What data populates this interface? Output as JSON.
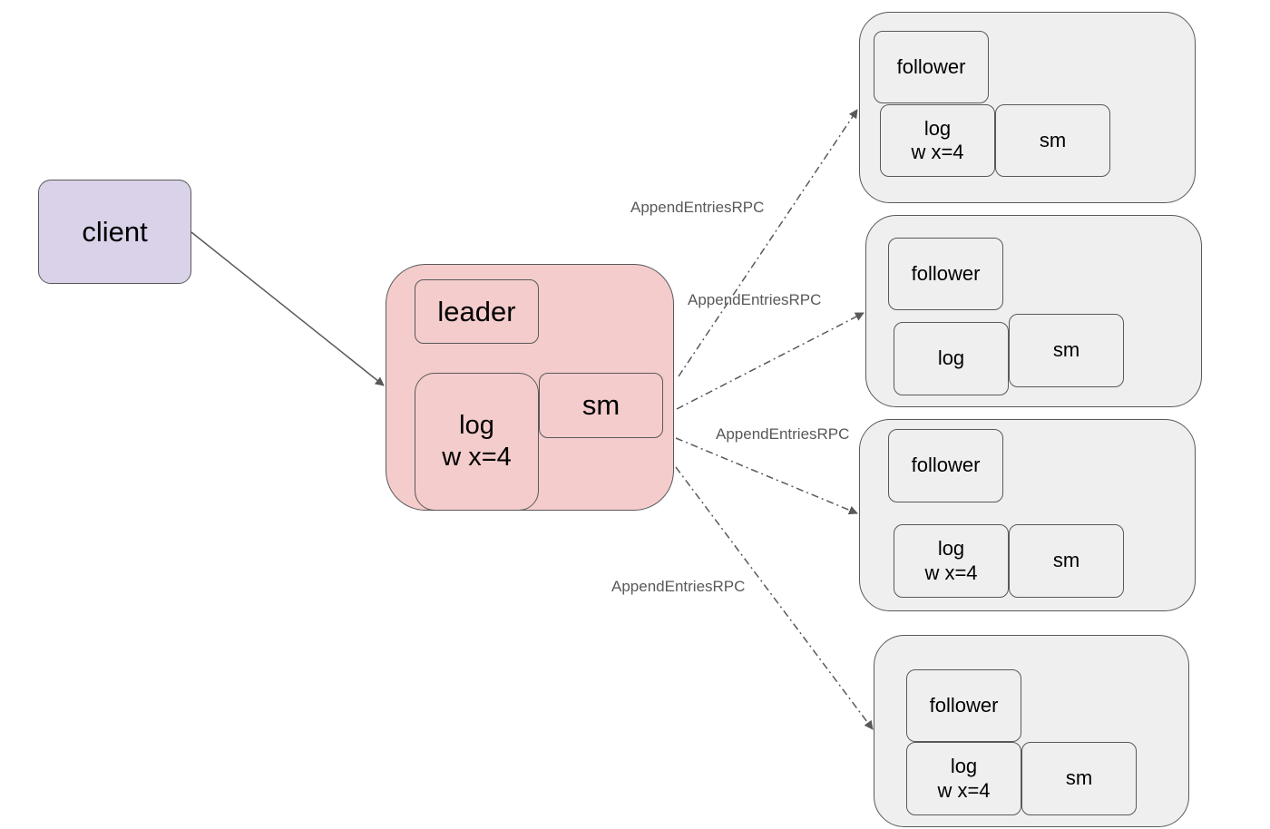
{
  "colors": {
    "client_fill": "#d9d2e9",
    "leader_fill": "#f4cccc",
    "follower_fill": "#efefef",
    "stroke": "#595959"
  },
  "client": {
    "label": "client"
  },
  "leader": {
    "role_label": "leader",
    "log_label": "log\nw x=4",
    "sm_label": "sm"
  },
  "followers": [
    {
      "role_label": "follower",
      "log_label": "log\nw x=4",
      "sm_label": "sm"
    },
    {
      "role_label": "follower",
      "log_label": "log",
      "sm_label": "sm"
    },
    {
      "role_label": "follower",
      "log_label": "log\nw x=4",
      "sm_label": "sm"
    },
    {
      "role_label": "follower",
      "log_label": "log\nw x=4",
      "sm_label": "sm"
    }
  ],
  "rpc_labels": [
    "AppendEntriesRPC",
    "AppendEntriesRPC",
    "AppendEntriesRPC",
    "AppendEntriesRPC"
  ]
}
